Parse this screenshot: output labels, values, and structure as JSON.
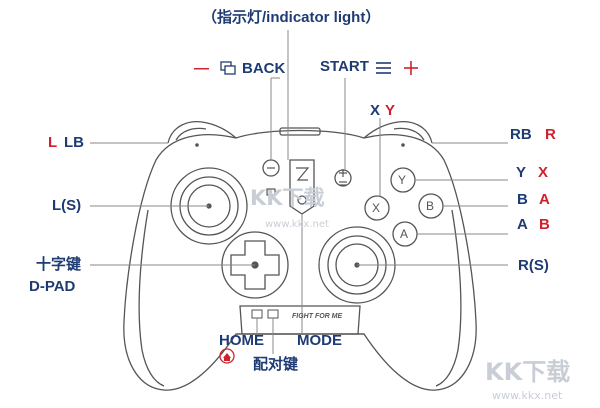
{
  "labels": {
    "indicator": "（指示灯/indicator light）",
    "minus": "—",
    "back": "BACK",
    "start": "START",
    "plus": "+",
    "l": "L",
    "lb": "LB",
    "rb": "RB",
    "r": "R",
    "x_blue": "X",
    "y_red": "Y",
    "y_blue": "Y",
    "x_red": "X",
    "b_blue": "B",
    "a_red": "A",
    "a_blue": "A",
    "b_red": "B",
    "ls": "L(S)",
    "rs": "R(S)",
    "cross_key": "十字键",
    "dpad": "D-PAD",
    "home": "HOME",
    "mode": "MODE",
    "pair_key": "配对键"
  },
  "controller": {
    "face_y": "Y",
    "face_b": "B",
    "face_x": "X",
    "face_a": "A",
    "slogan": "FIGHT FOR ME"
  },
  "watermark": {
    "center_text": "KK下载",
    "center_url": "www.kkx.net",
    "corner_text": "KK下载",
    "corner_url": "www.kkx.net"
  },
  "colors": {
    "label_blue": "#1f3b73",
    "label_red": "#d0202b",
    "outline": "#555555"
  }
}
